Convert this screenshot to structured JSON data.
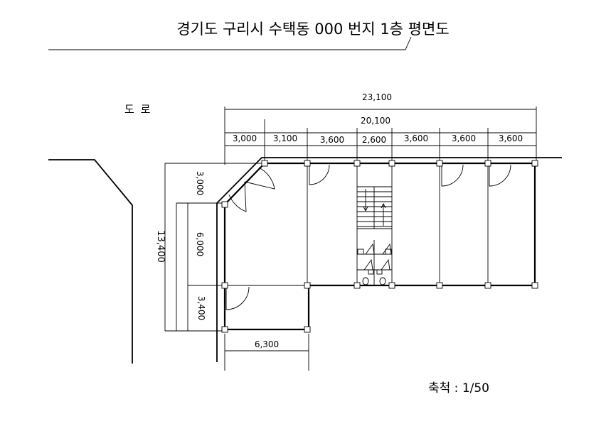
{
  "title": "경기도 구리시 수택동  000 번지 1층 평면도",
  "road_label": "도  로",
  "scale_label": "축척 : 1/50",
  "dimensions": {
    "overall_width": "23,100",
    "main_width": "20,100",
    "bays": [
      "3,000",
      "3,100",
      "3,600",
      "2,600",
      "3,600",
      "3,600",
      "3,600"
    ],
    "total_depth": "13,400",
    "left_segments": [
      "3,000",
      "6,000",
      "3,400"
    ],
    "bottom_width": "6,300"
  },
  "colors": {
    "line": "#000000",
    "background": "#ffffff"
  }
}
